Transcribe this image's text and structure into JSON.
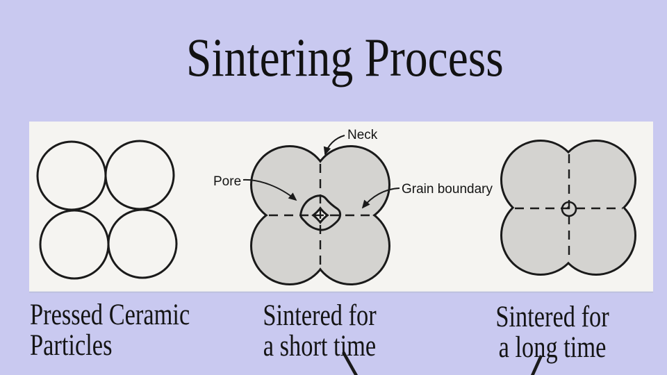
{
  "slide": {
    "title": "Sintering Process",
    "colors": {
      "background": "#c9c9f0",
      "panel": "#f5f4f1",
      "panel_shadow": "#bcc0dc",
      "particle_fill": "#d4d3d0",
      "outline": "#1a1a1a",
      "pore_fill": "#fcfcfb",
      "text": "#141414"
    }
  },
  "diagram": {
    "callouts": {
      "neck": "Neck",
      "pore": "Pore",
      "grain_boundary": "Grain boundary"
    }
  },
  "captions": {
    "stage1": {
      "line1": "Pressed Ceramic",
      "line2": "Particles"
    },
    "stage2": {
      "line1": "Sintered for",
      "line2": "a short time"
    },
    "stage3": {
      "line1": "Sintered for",
      "line2": "a long time"
    }
  }
}
